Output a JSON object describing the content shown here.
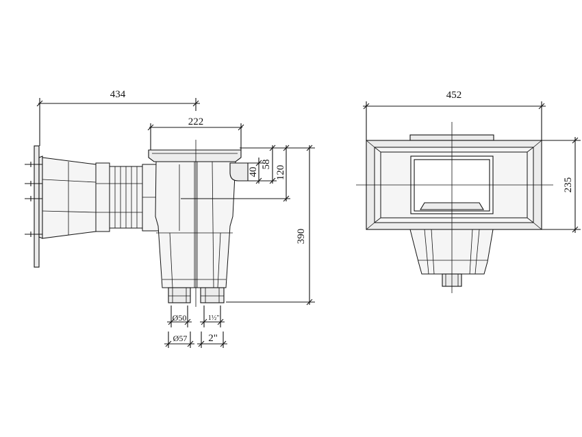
{
  "side_view": {
    "dimensions": {
      "overall_width": "434",
      "body_width": "222",
      "height": "390",
      "d120": "120",
      "d58": "58",
      "d40": "40",
      "pipe_inner": "Ø50",
      "pipe_outer": "Ø57",
      "thread_small": "1½\"",
      "thread": "2\""
    }
  },
  "front_view": {
    "dimensions": {
      "width": "452",
      "height": "235"
    }
  },
  "colors": {
    "line": "#111111",
    "fill": "#ececec"
  }
}
